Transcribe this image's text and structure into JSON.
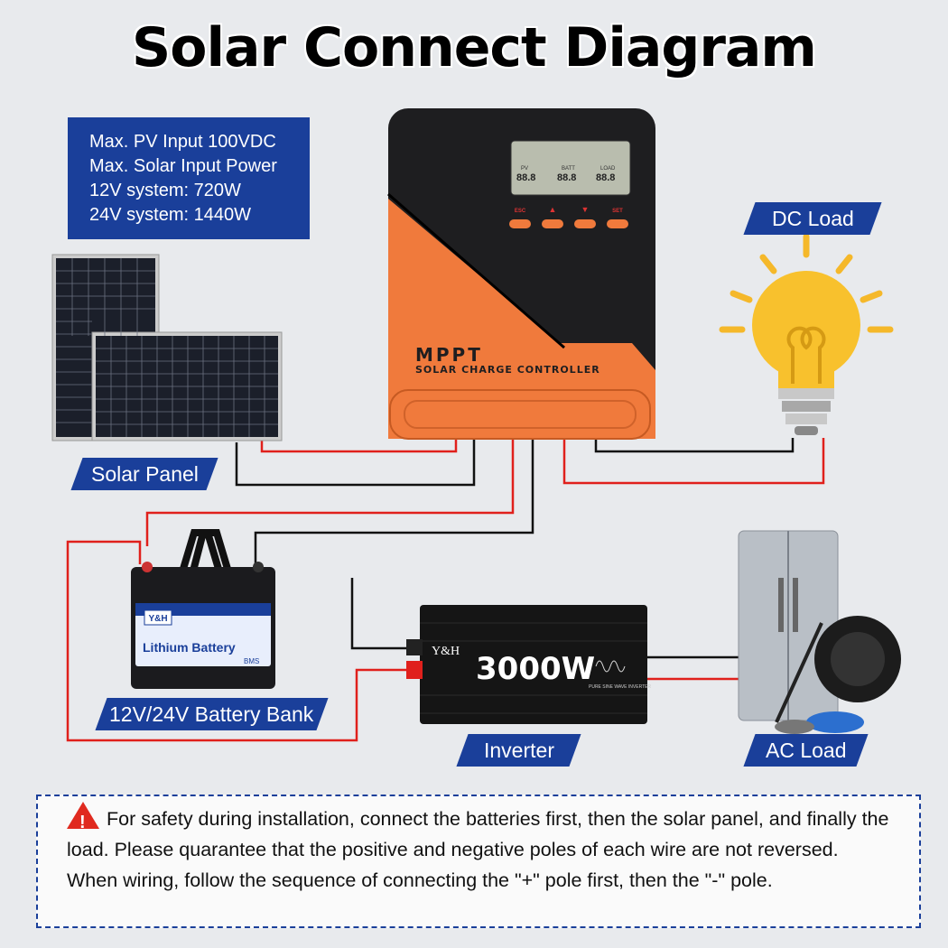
{
  "title": "Solar Connect Diagram",
  "specs": [
    "Max. PV Input 100VDC",
    "Max.  Solar Input Power",
    "12V system: 720W",
    "24V system: 1440W"
  ],
  "labels": {
    "solar_panel": "Solar Panel",
    "dc_load": "DC Load",
    "battery_bank": "12V/24V Battery Bank",
    "inverter": "Inverter",
    "ac_load": "AC Load"
  },
  "controller": {
    "brand": "MPPT",
    "subtitle": "SOLAR CHARGE CONTROLLER",
    "lcd_pv": "PV",
    "lcd_batt": "BATT",
    "lcd_load": "LOAD",
    "lcd_value": "88.8",
    "buttons": [
      "ESC",
      "▲",
      "▼",
      "SET"
    ]
  },
  "battery": {
    "brand": "Y&H",
    "name": "Lithium Battery",
    "bms": "BMS"
  },
  "inverter_device": {
    "brand": "Y&H",
    "power": "3000W",
    "type": "PURE SINE WAVE INVERTER"
  },
  "notice": "For safety during installation, connect the batteries first, then the solar panel, and finally the load. Please quarantee that the positive and negative poles of each wire are not reversed. When wiring, follow the sequence of connecting the \"+\" pole first, then the \"-\" pole.",
  "colors": {
    "brand_blue": "#1a3f9a",
    "orange": "#f07a3c",
    "wire_red": "#e0201c",
    "wire_black": "#111111"
  }
}
